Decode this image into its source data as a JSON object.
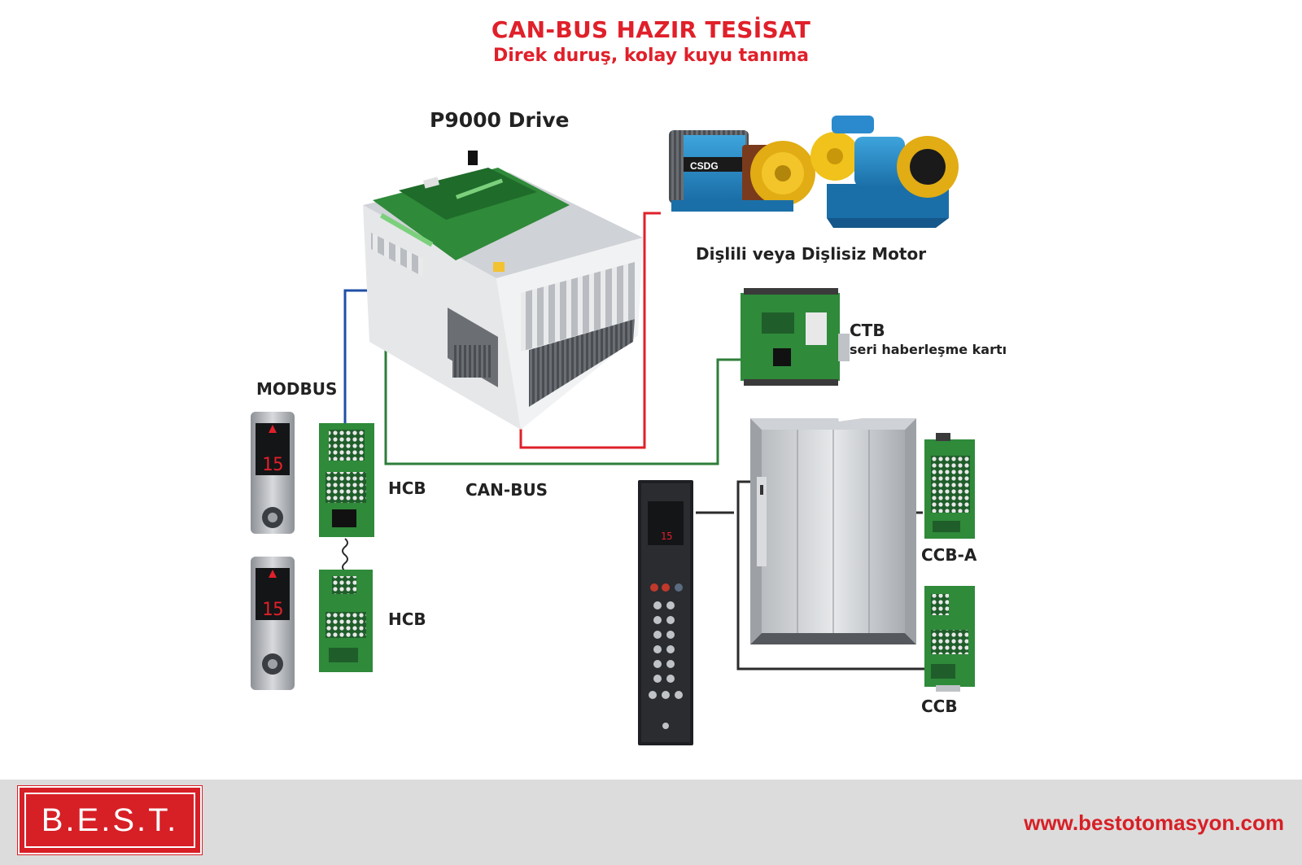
{
  "header": {
    "title": "CAN-BUS HAZIR TESİSAT",
    "subtitle": "Direk duruş, kolay kuyu tanıma"
  },
  "labels": {
    "drive": "P9000 Drive",
    "motor": "Dişlili veya Dişlisiz Motor",
    "ctb": "CTB",
    "ctb_desc": "seri haberleşme kartı",
    "modbus": "MODBUS",
    "hcb_1": "HCB",
    "hcb_2": "HCB",
    "canbus": "CAN-BUS",
    "ccb_a": "CCB-A",
    "ccb": "CCB",
    "motor_brand": "CSDG",
    "display_floor_1": "15",
    "display_floor_2": "15",
    "cop_floor": "15"
  },
  "footer": {
    "logo_text": "B.E.S.T.",
    "website": "www.bestotomasyon.com"
  },
  "colors": {
    "accent_red": "#e0202a",
    "modbus_line": "#1f4fa8",
    "canbus_line": "#2e7d3a",
    "motor_line": "#e0202a",
    "wire_dark": "#2b2b2b",
    "footer_bg": "#dcdcdc"
  }
}
